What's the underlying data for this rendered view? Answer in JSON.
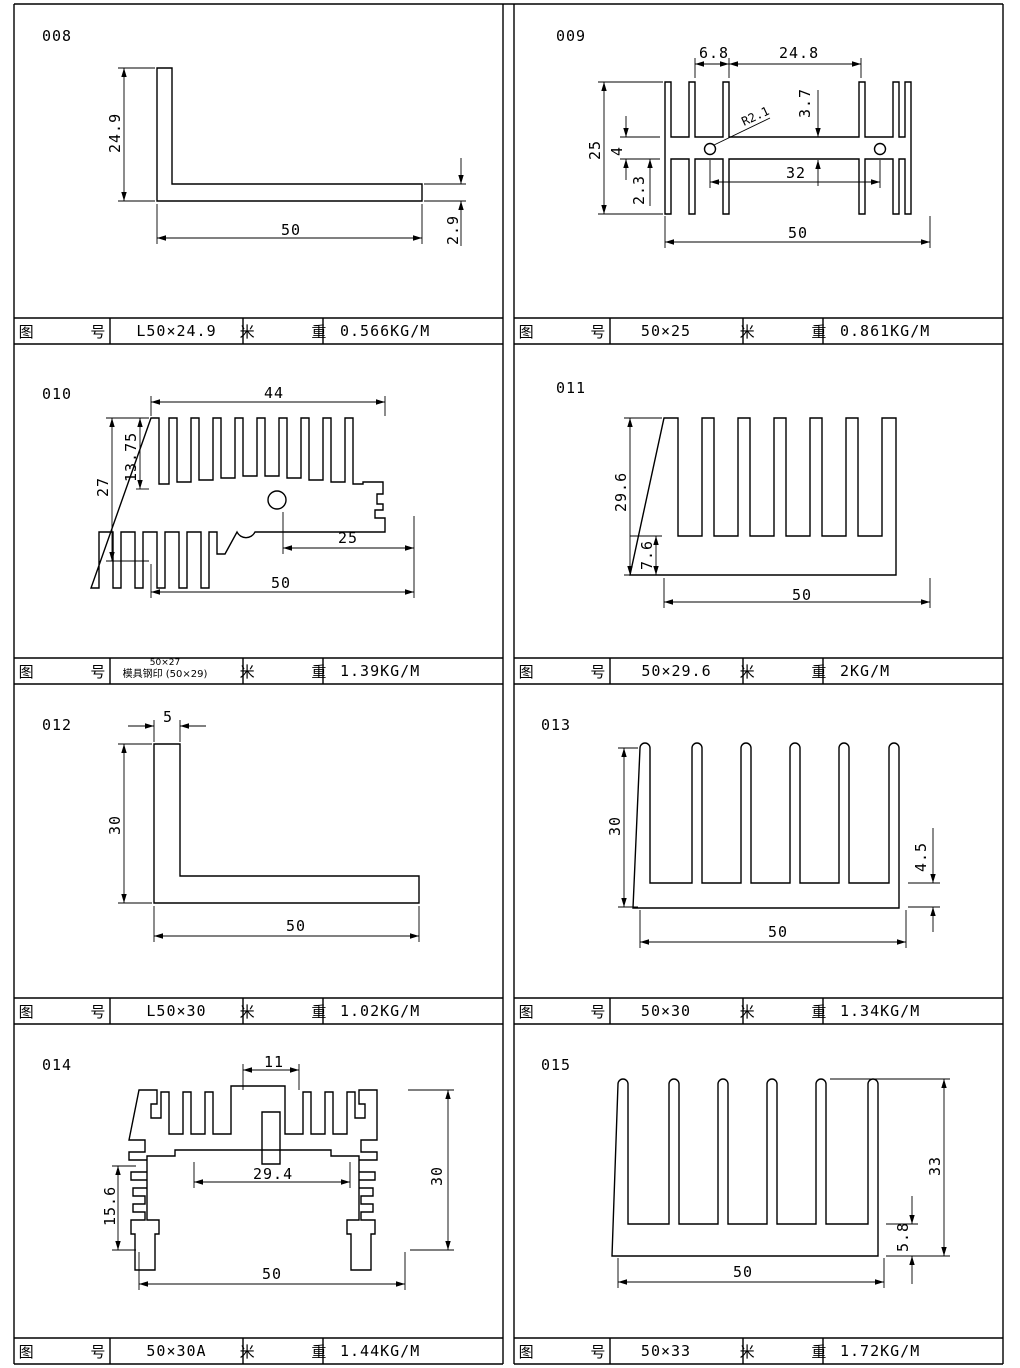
{
  "labels": {
    "drawing_no": "图 号",
    "weight": "米 重"
  },
  "profiles": [
    {
      "id": "008",
      "drawing_no": "L50×24.9",
      "weight": "0.566KG/M",
      "dims": {
        "width": "50",
        "height": "24.9",
        "thickness": "2.9"
      }
    },
    {
      "id": "009",
      "drawing_no": "50×25",
      "weight": "0.861KG/M",
      "dims": {
        "width": "50",
        "height": "25",
        "pitch": "6.8",
        "span": "24.8",
        "base": "32",
        "rib": "3.7",
        "radius": "R2.1",
        "slot": "4",
        "foot": "2.3"
      }
    },
    {
      "id": "010",
      "drawing_no": "50×27",
      "drawing_note": "模具钢印 (50×29)",
      "weight": "1.39KG/M",
      "dims": {
        "width": "50",
        "height": "27",
        "top": "44",
        "upper": "13.75",
        "offset": "25"
      }
    },
    {
      "id": "011",
      "drawing_no": "50×29.6",
      "weight": "2KG/M",
      "dims": {
        "width": "50",
        "height": "29.6",
        "base": "7.6"
      }
    },
    {
      "id": "012",
      "drawing_no": "L50×30",
      "weight": "1.02KG/M",
      "dims": {
        "width": "50",
        "height": "30",
        "thickness": "5"
      }
    },
    {
      "id": "013",
      "drawing_no": "50×30",
      "weight": "1.34KG/M",
      "dims": {
        "width": "50",
        "height": "30",
        "base": "4.5"
      }
    },
    {
      "id": "014",
      "drawing_no": "50×30A",
      "weight": "1.44KG/M",
      "dims": {
        "width": "50",
        "height": "30",
        "center": "11",
        "span": "29.4",
        "side": "15.6"
      }
    },
    {
      "id": "015",
      "drawing_no": "50×33",
      "weight": "1.72KG/M",
      "dims": {
        "width": "50",
        "height": "33",
        "base": "5.8"
      }
    }
  ]
}
